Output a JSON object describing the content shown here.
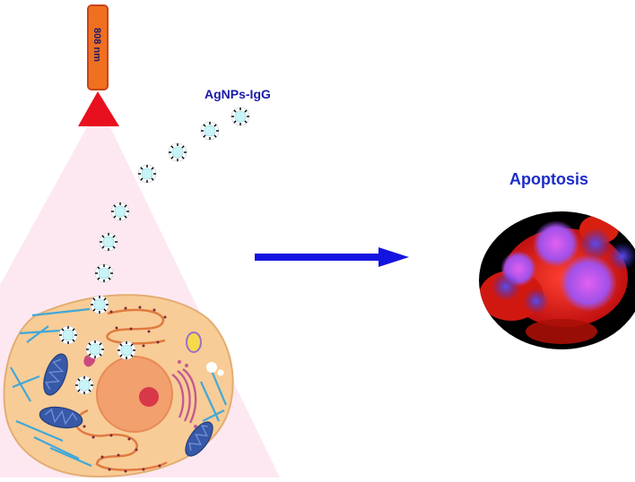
{
  "laser": {
    "wavelength_label": "808 nm"
  },
  "nanoparticles": {
    "label": "AgNPs-IgG"
  },
  "outcome": {
    "label": "Apoptosis"
  },
  "colors": {
    "laser_body": "#f07020",
    "laser_cone": "#e8101e",
    "beam": "#fde8f2",
    "cell_body": "#f8cc96",
    "nucleus": "#f2a06e",
    "nucleolus": "#d83848",
    "mitochondria": "#3858a8",
    "filaments": "#40a8d8",
    "arrow": "#1414e0",
    "nanoparticle": "#c8f4f8"
  }
}
